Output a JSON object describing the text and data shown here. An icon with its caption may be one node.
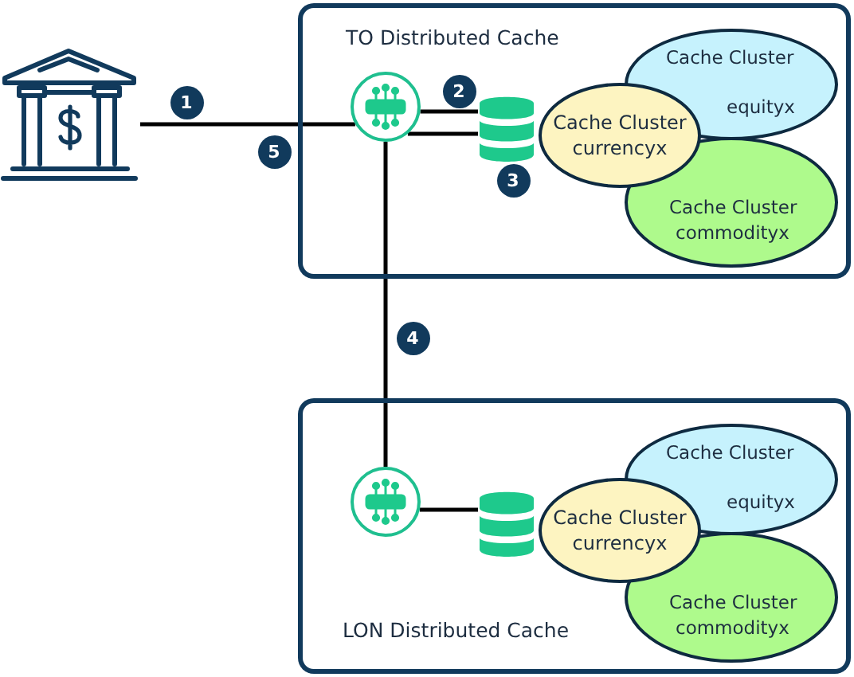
{
  "diagram": {
    "nodes": [
      {
        "text": [],
        "shape": "picture"
      },
      {
        "text": [
          "TO Distributed Cache"
        ]
      },
      {
        "text": [],
        "shape": "circle",
        "in": 1
      },
      {
        "text": [],
        "shape": "cylinder",
        "in": 1
      },
      {
        "text": [
          "Cache Cluster",
          "currencyx"
        ],
        "in": 1
      },
      {
        "text": [
          "Cache Cluster",
          "equityx"
        ],
        "in": 1
      },
      {
        "text": [
          "Cache Cluster",
          "commodityx"
        ],
        "in": 1
      },
      {
        "text": [
          "LON Distributed Cache"
        ]
      },
      {
        "text": [],
        "shape": "circle",
        "in": 7
      },
      {
        "text": [],
        "shape": "cylinder",
        "in": 7
      },
      {
        "text": [
          "Cache Cluster",
          "currencyx"
        ],
        "in": 7
      },
      {
        "text": [
          "Cache Cluster",
          "equityx"
        ],
        "in": 7
      },
      {
        "text": [
          "Cache Cluster",
          "commodityx"
        ],
        "in": 7
      }
    ],
    "edges": [
      {
        "from": 0,
        "to": 2,
        "arrow": "none"
      },
      {
        "from": 2,
        "to": 3,
        "arrow": "none"
      },
      {
        "from": 2,
        "to": 3,
        "arrow": "none"
      },
      {
        "from": 2,
        "to": 8,
        "arrow": "none"
      },
      {
        "from": 8,
        "to": 9,
        "arrow": "none"
      }
    ],
    "labels": [
      "1",
      "2",
      "5",
      "3",
      "4"
    ]
  }
}
